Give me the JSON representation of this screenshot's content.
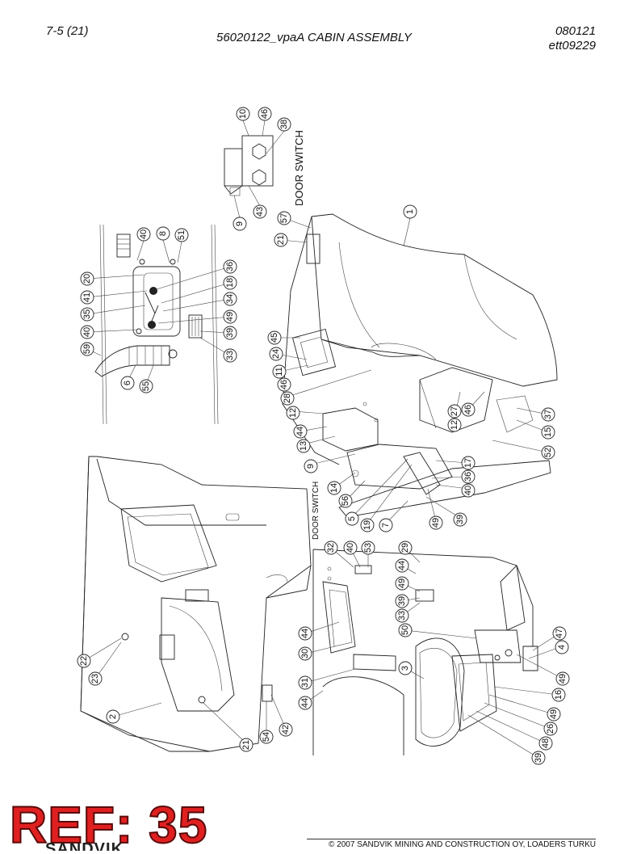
{
  "header": {
    "page_ref": "7-5 (21)",
    "title": "56020122_vpaA CABIN ASSEMBLY",
    "code_line1": "080121",
    "code_line2": "ett09229"
  },
  "drawing_labels": {
    "door_switch_top": "DOOR SWITCH",
    "door_switch_mid": "DOOR SWITCH"
  },
  "callouts": {
    "c10": "10",
    "c46a": "46",
    "c38": "38",
    "c9a": "9",
    "c43": "43",
    "c1": "1",
    "c57": "57",
    "c21a": "21",
    "c40a": "40",
    "c8": "8",
    "c51": "51",
    "c20": "20",
    "c41": "41",
    "c35": "35",
    "c40b": "40",
    "c59": "59",
    "c6": "6",
    "c55": "55",
    "c36a": "36",
    "c18": "18",
    "c34": "34",
    "c49a": "49",
    "c39a": "39",
    "c33a": "33",
    "c45": "45",
    "c24": "24",
    "c11": "11",
    "c46b": "46",
    "c28": "28",
    "c12a": "12",
    "c44a": "44",
    "c13": "13",
    "c9b": "9",
    "c14": "14",
    "c56": "56",
    "c5": "5",
    "c19": "19",
    "c7": "7",
    "c49b": "49",
    "c39b": "39",
    "c40c": "40",
    "c36b": "36",
    "c17": "17",
    "c12b": "12",
    "c27": "27",
    "c46c": "46",
    "c37": "37",
    "c15": "15",
    "c52": "52",
    "c22": "22",
    "c23": "23",
    "c2": "2",
    "c21b": "21",
    "c54": "54",
    "c42": "42",
    "c32": "32",
    "c40d": "40",
    "c53": "53",
    "c29": "29",
    "c44b": "44",
    "c49c": "49",
    "c39c": "39",
    "c33b": "33",
    "c50": "50",
    "c44c": "44",
    "c30": "30",
    "c3": "3",
    "c31": "31",
    "c44d": "44",
    "c47": "47",
    "c4": "4",
    "c49d": "49",
    "c16": "16",
    "c49e": "49",
    "c26": "26",
    "c48": "48",
    "c39d": "39"
  },
  "stamp": {
    "text": "REF: 35",
    "color": "#e02020"
  },
  "footer": {
    "logo_text": "SANDVIK",
    "copyright": "© 2007 SANDVIK MINING AND CONSTRUCTION OY, LOADERS TURKU"
  }
}
